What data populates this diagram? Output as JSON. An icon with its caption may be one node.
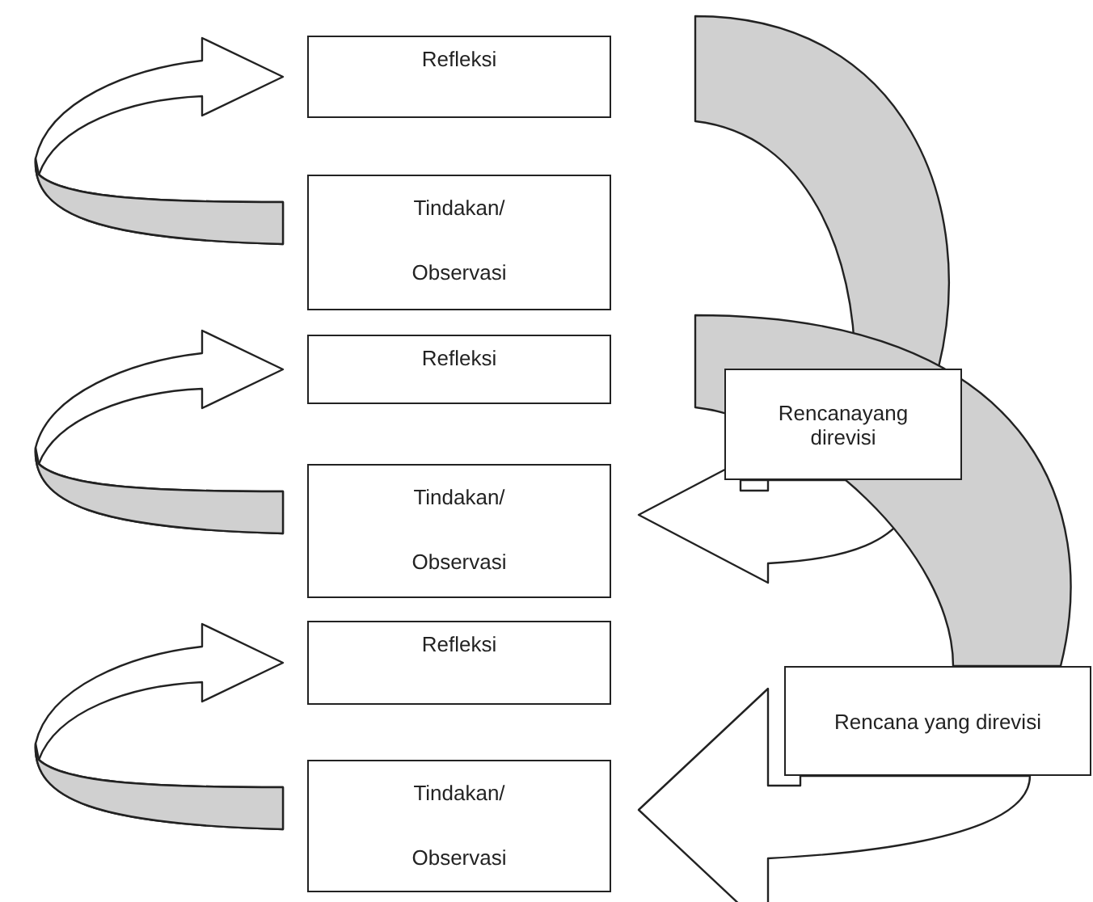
{
  "diagram": {
    "nodes": [
      {
        "text": [
          "Refleksi"
        ]
      },
      {
        "text": [
          "Tindakan/ Observasi"
        ]
      },
      {
        "text": [
          "Refleksi"
        ]
      },
      {
        "text": [
          "Rencanayang direvisi"
        ]
      },
      {
        "text": [
          "Tindakan/ Observasi"
        ]
      },
      {
        "text": [
          "Refleksi"
        ]
      },
      {
        "text": [
          "Rencana yang direvisi"
        ]
      },
      {
        "text": [
          "Tindakan/ Observasi"
        ]
      }
    ],
    "edges": [
      {
        "from": 1,
        "to": 0,
        "arrow": "to"
      },
      {
        "from": 0,
        "to": 3,
        "arrow": "none"
      },
      {
        "from": 3,
        "to": 4,
        "arrow": "to"
      },
      {
        "from": 4,
        "to": 2,
        "arrow": "to"
      },
      {
        "from": 2,
        "to": 6,
        "arrow": "none"
      },
      {
        "from": 6,
        "to": 7,
        "arrow": "to"
      },
      {
        "from": 7,
        "to": 5,
        "arrow": "to"
      }
    ]
  }
}
